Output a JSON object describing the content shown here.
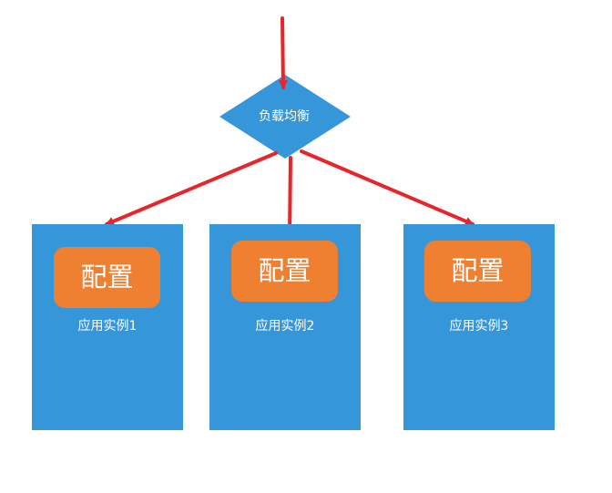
{
  "load_balancer": {
    "label": "负载均衡"
  },
  "instances": [
    {
      "config_label": "配置",
      "label": "应用实例1"
    },
    {
      "config_label": "配置",
      "label": "应用实例2"
    },
    {
      "config_label": "配置",
      "label": "应用实例3"
    }
  ],
  "colors": {
    "diamond": "#3596d9",
    "instance_box": "#3596d9",
    "config_box": "#ef7f31",
    "arrow": "#e8252b",
    "text": "#ffffff"
  }
}
